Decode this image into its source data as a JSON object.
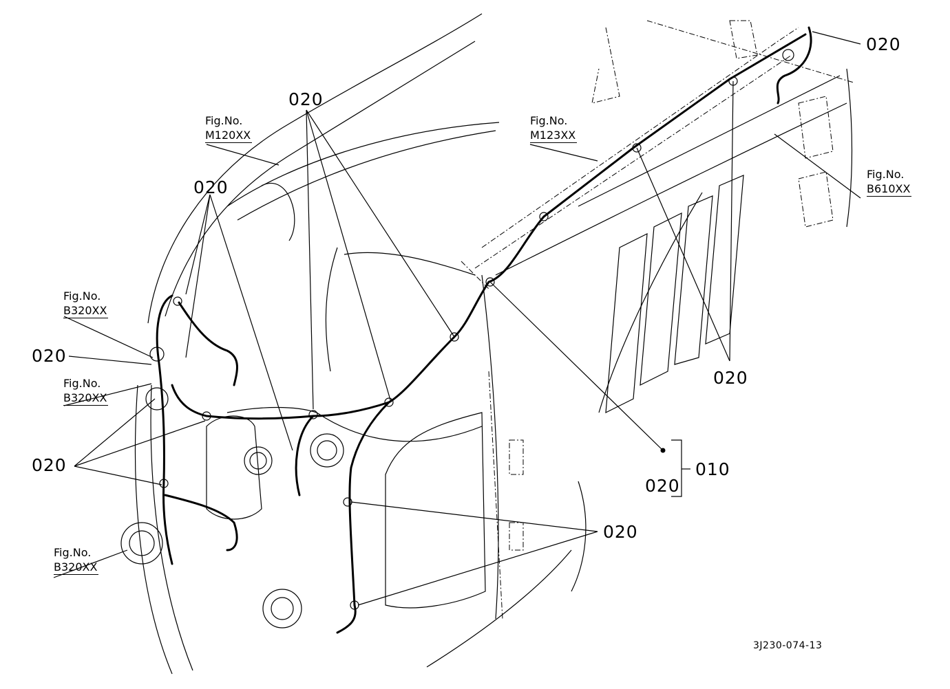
{
  "figure_id": "3J230-074-13",
  "callouts": {
    "c020_top_right": "020",
    "c020_top_center": "020",
    "c020_upper_left": "020",
    "c020_left_mid": "020",
    "c020_left_lower": "020",
    "c020_right_mid": "020",
    "c020_bottom_right": "020",
    "c020_bracket": "020",
    "c010_bracket": "010"
  },
  "figure_refs": {
    "m120": {
      "prefix": "Fig.No.",
      "code": "M120XX"
    },
    "m123": {
      "prefix": "Fig.No.",
      "code": "M123XX"
    },
    "b610": {
      "prefix": "Fig.No.",
      "code": "B610XX"
    },
    "b320_a": {
      "prefix": "Fig.No.",
      "code": "B320XX"
    },
    "b320_b": {
      "prefix": "Fig.No.",
      "code": "B320XX"
    },
    "b320_c": {
      "prefix": "Fig.No.",
      "code": "B320XX"
    }
  }
}
